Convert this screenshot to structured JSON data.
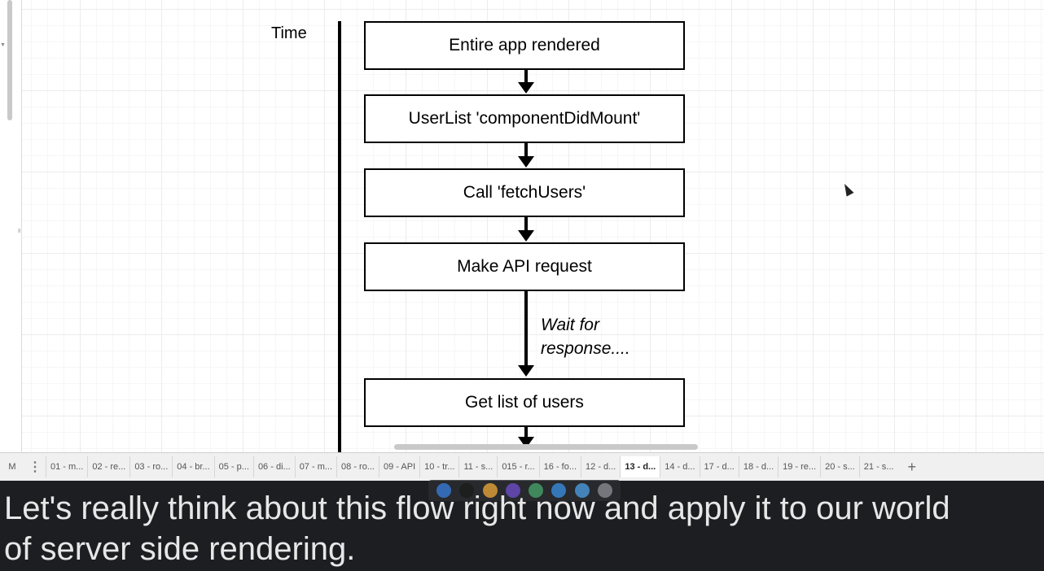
{
  "diagram": {
    "time_label": "Time",
    "steps": [
      "Entire app rendered",
      "UserList 'componentDidMount'",
      "Call 'fetchUsers'",
      "Make API request",
      "Get list of users"
    ],
    "wait_label_line1": "Wait for",
    "wait_label_line2": "response...."
  },
  "tabbar": {
    "left_label": "M",
    "menu_icon": "more-vertical-icon",
    "tabs": [
      "01 - m...",
      "02 - re...",
      "03 - ro...",
      "04 - br...",
      "05 - p...",
      "06 - di...",
      "07 - m...",
      "08 - ro...",
      "09 - API",
      "10 - tr...",
      "11 - s...",
      "015 - r...",
      "16 - fo...",
      "12 - d...",
      "13 - d...",
      "14 - d...",
      "17 - d...",
      "18 - d...",
      "19 - re...",
      "20 - s...",
      "21 - s..."
    ],
    "active_tab": "13 - d...",
    "add_label": "+"
  },
  "subtitle": {
    "line1": "Let's really think about this flow right now and apply it to our world",
    "line2": "of server side rendering."
  },
  "dock": {
    "icons": [
      "finder-icon",
      "terminal-icon",
      "chrome-icon",
      "vpn-icon",
      "chat-icon",
      "app-icon",
      "folder-icon",
      "trash-icon"
    ],
    "colors": [
      "#3b7dd8",
      "#1e1e1e",
      "#e8a53a",
      "#6f4fc9",
      "#4aa36b",
      "#3a8fe0",
      "#4d9de0",
      "#8a8d93"
    ]
  }
}
